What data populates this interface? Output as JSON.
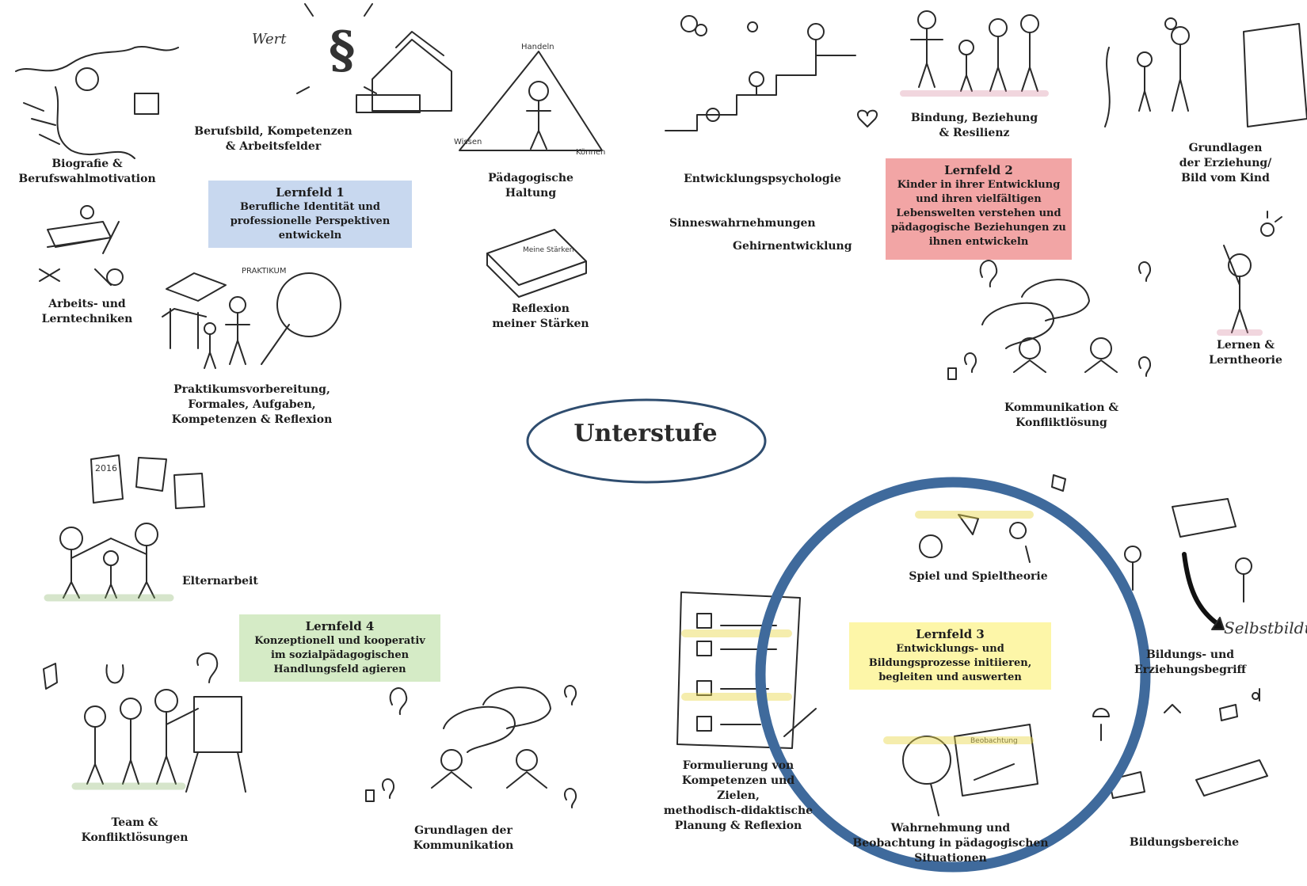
{
  "center": {
    "title": "Unterstufe"
  },
  "lernfelder": {
    "lf1": {
      "title": "Lernfeld 1",
      "subtitle": "Berufliche Identität und\nprofessionelle  Perspektiven\nentwickeln",
      "color": "#c8d8ef"
    },
    "lf2": {
      "title": "Lernfeld 2",
      "subtitle": "Kinder in ihrer Entwicklung\nund ihren vielfältigen\nLebenswelten verstehen und\npädagogische Beziehungen zu\nihnen entwickeln",
      "color": "#f2a5a5"
    },
    "lf3": {
      "title": "Lernfeld 3",
      "subtitle": "Entwicklungs- und\nBildungsprozesse initiieren,\nbegleiten und auswerten",
      "color": "#fdf6a8"
    },
    "lf4": {
      "title": "Lernfeld 4",
      "subtitle": "Konzeptionell und kooperativ\nim sozialpädagogischen\nHandlungsfeld agieren",
      "color": "#d5ebc6"
    }
  },
  "topics": {
    "biografie": "Biografie &\nBerufswahlmotivation",
    "berufsbild": "Berufsbild, Kompetenzen\n& Arbeitsfelder",
    "haltung": "Pädagogische\nHaltung",
    "arbeitstechniken": "Arbeits- und\nLerntechniken",
    "reflexion_staerken": "Reflexion\nmeiner Stärken",
    "praktikum": "Praktikumsvorbereitung,\nFormales, Aufgaben,\nKompetenzen & Reflexion",
    "entwicklungspsychologie": "Entwicklungspsychologie",
    "sinneswahrnehmungen": "Sinneswahrnehmungen",
    "gehirnentwicklung": "Gehirnentwicklung",
    "bindung": "Bindung, Beziehung\n& Resilienz",
    "grundlagen_erziehung": "Grundlagen\nder Erziehung/\nBild vom Kind",
    "lernen": "Lernen &\nLerntheorie",
    "kommunikation_konflikt": "Kommunikation &\nKonfliktlösung",
    "elternarbeit": "Elternarbeit",
    "team": "Team &\nKonfliktlösungen",
    "grundlagen_kommunikation": "Grundlagen der\nKommunikation",
    "formulierung": "Formulierung von\nKompetenzen und Zielen,\nmethodisch-didaktische\nPlanung & Reflexion",
    "spiel": "Spiel und Spieltheorie",
    "bildungsbegriff": "Bildungs- und Erziehungsbegriff",
    "wahrnehmung": "Wahrnehmung und\nBeobachtung in pädagogischen\nSituationen",
    "bildungsbereiche": "Bildungsbereiche"
  },
  "sketch_words": {
    "wert": "Wert",
    "paragraph": "§",
    "handeln": "Handeln",
    "wissen": "Wissen",
    "koennen": "Können",
    "meine_staerken": "Meine Stärken",
    "praktikum": "PRAKTIKUM",
    "year": "2016",
    "selbstbildung": "Selbstbildung",
    "beobachtung": "Beobachtung"
  },
  "colors": {
    "ring": "#3f6a9c",
    "ellipse": "#2f4d6f"
  }
}
